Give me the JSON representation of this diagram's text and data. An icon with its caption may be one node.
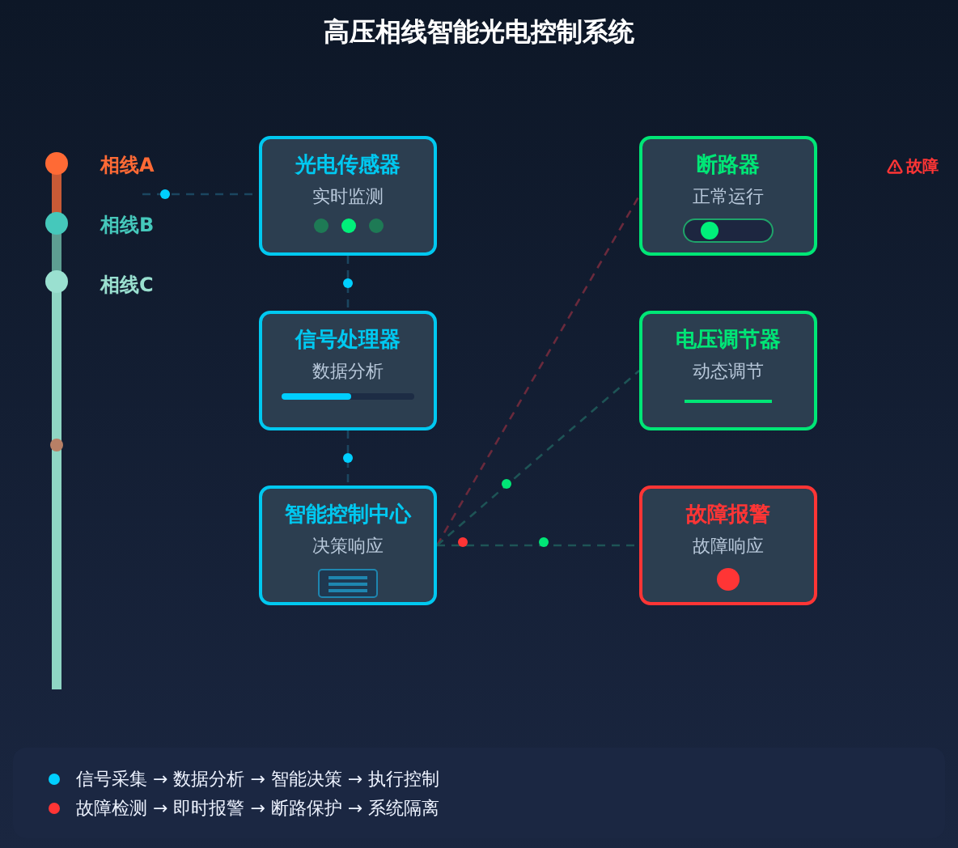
{
  "diagram": {
    "title": "高压相线智能光电控制系统",
    "nodes": [
      {
        "text": [
          "光电传感器",
          "实时监测"
        ]
      },
      {
        "text": [
          "信号处理器",
          "数据分析"
        ]
      },
      {
        "text": [
          "智能控制中心",
          "决策响应"
        ]
      },
      {
        "text": [
          "断路器",
          "正常运行"
        ]
      },
      {
        "text": [
          "电压调节器",
          "动态调节"
        ]
      },
      {
        "text": [
          "故障报警",
          "故障响应"
        ]
      }
    ],
    "edges": [
      {
        "from": null,
        "to": 0,
        "arrow": "none",
        "style": "dashed"
      },
      {
        "from": 0,
        "to": 1,
        "arrow": "none",
        "style": "dashed"
      },
      {
        "from": 1,
        "to": 2,
        "arrow": "none",
        "style": "dashed"
      },
      {
        "from": 2,
        "to": 3,
        "arrow": "none",
        "style": "dashed",
        "color": "#6a2a3c"
      },
      {
        "from": 2,
        "to": 4,
        "arrow": "none",
        "style": "dashed"
      },
      {
        "from": 2,
        "to": 5,
        "arrow": "none",
        "style": "dashed"
      }
    ],
    "labels": [
      "相线A",
      "相线B",
      "相线C",
      "故障"
    ],
    "legend": [
      {
        "text": "信号采集 → 数据分析 → 智能决策 → 执行控制",
        "color": "#00cfff"
      },
      {
        "text": "故障检测 → 即时报警 → 断路保护 → 系统隔离",
        "color": "#ff3535"
      }
    ]
  }
}
